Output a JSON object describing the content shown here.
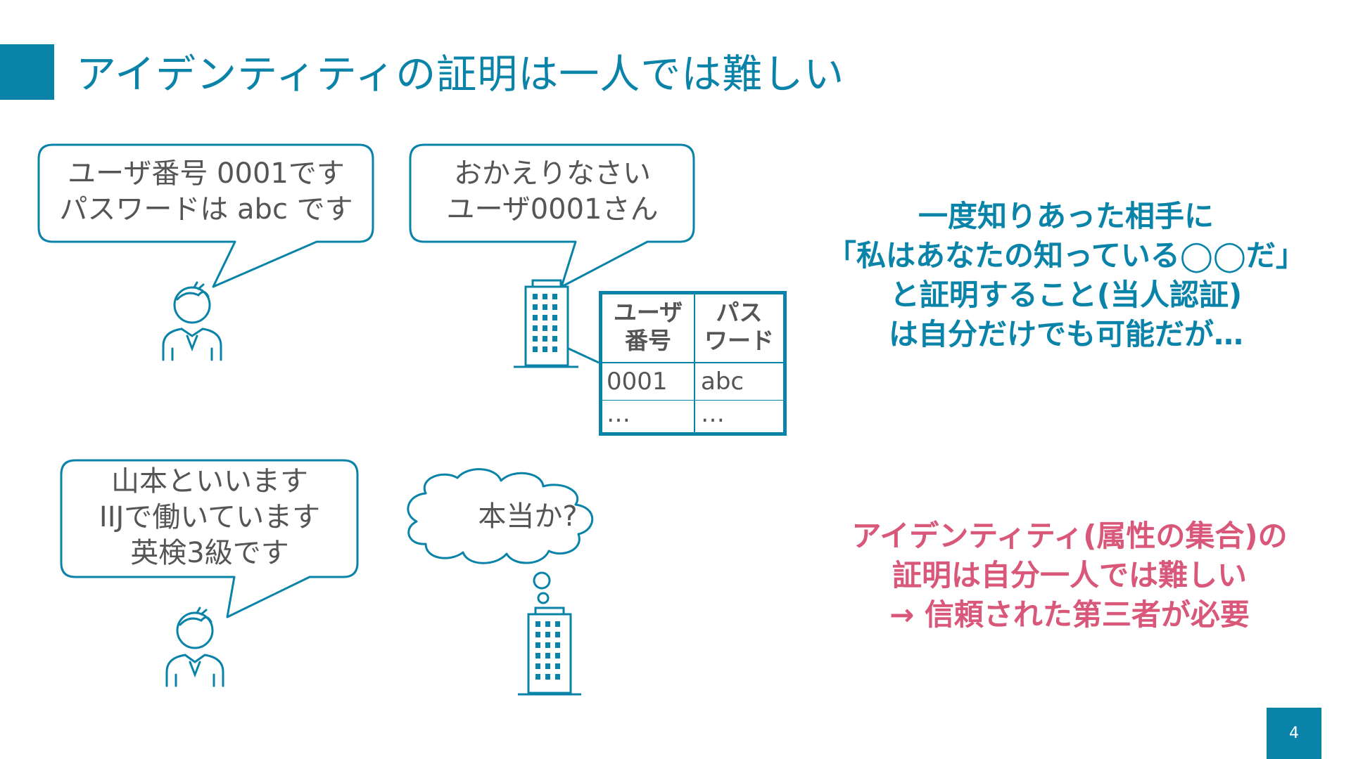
{
  "slide": {
    "title": "アイデンティティの証明は一人では難しい",
    "page_number": "4"
  },
  "bubbles": {
    "user1": [
      "ユーザ番号 0001です",
      "パスワードは abc です"
    ],
    "server1": [
      "おかえりなさい",
      "ユーザ0001さん"
    ],
    "user2": [
      "山本といいます",
      "IIJで働いています",
      "英検3級です"
    ],
    "thought": "本当か?"
  },
  "table": {
    "headers": [
      [
        "ユーザ",
        "番号"
      ],
      [
        "パス",
        "ワード"
      ]
    ],
    "rows": [
      [
        "0001",
        "abc"
      ],
      [
        "…",
        "…"
      ]
    ]
  },
  "messages": {
    "blue": [
      "一度知りあった相手に",
      "「私はあなたの知っている◯◯だ」",
      "と証明すること(当人認証)",
      "は自分だけでも可能だが…"
    ],
    "pink": [
      "アイデンティティ(属性の集合)の",
      "証明は自分一人では難しい",
      "→ 信頼された第三者が必要"
    ]
  },
  "colors": {
    "accent": "#0a83a8",
    "emphasis": "#d9587a",
    "text": "#555555"
  }
}
